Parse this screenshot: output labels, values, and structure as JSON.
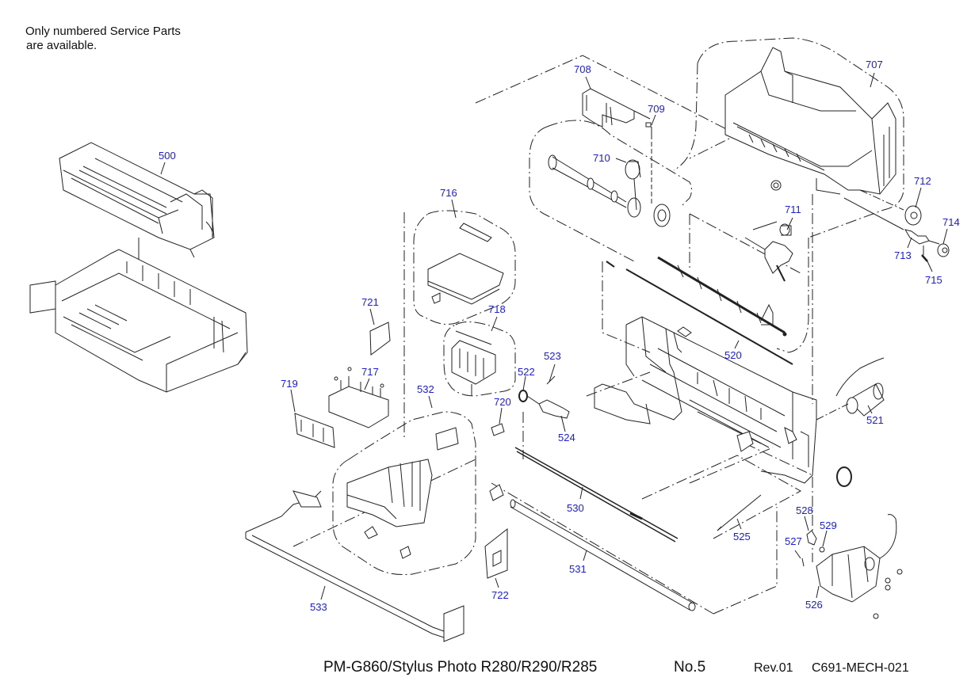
{
  "note": {
    "line1": "Only numbered Service Parts",
    "line2": "are available."
  },
  "footer": {
    "model": "PM-G860/Stylus Photo R280/R290/R285",
    "page_no": "No.5",
    "revision": "Rev.01",
    "doc_code": "C691-MECH-021"
  },
  "colors": {
    "label": "#1a1aee",
    "line": "#222222"
  },
  "parts": {
    "p500": "500",
    "p520": "520",
    "p521": "521",
    "p522": "522",
    "p523": "523",
    "p524": "524",
    "p525": "525",
    "p526": "526",
    "p527": "527",
    "p528": "528",
    "p529": "529",
    "p530": "530",
    "p531": "531",
    "p532": "532",
    "p533": "533",
    "p707": "707",
    "p708": "708",
    "p709": "709",
    "p710": "710",
    "p711": "711",
    "p712": "712",
    "p713": "713",
    "p714": "714",
    "p715": "715",
    "p716": "716",
    "p717": "717",
    "p718": "718",
    "p719": "719",
    "p720": "720",
    "p721": "721",
    "p722": "722"
  }
}
